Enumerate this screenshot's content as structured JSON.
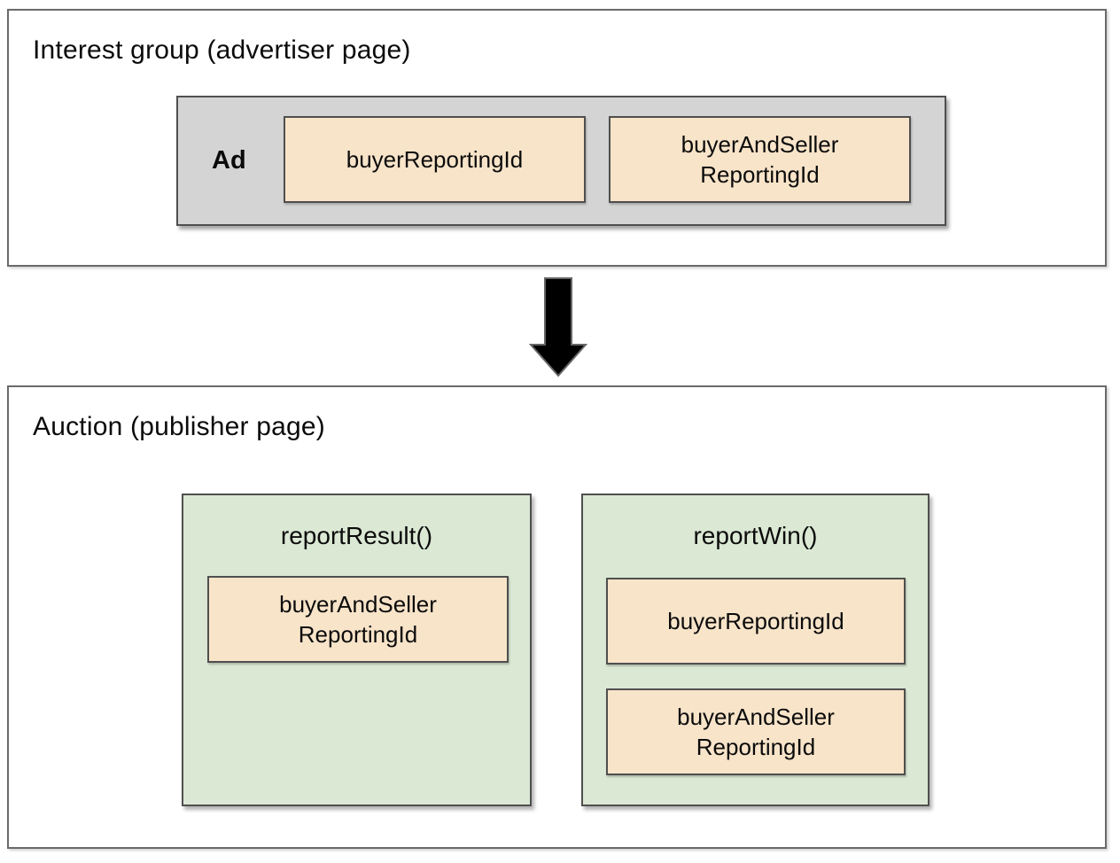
{
  "interest_group": {
    "title": "Interest group (advertiser page)",
    "ad": {
      "label": "Ad",
      "fields": [
        {
          "label": "buyerReportingId"
        },
        {
          "label": "buyerAndSeller\nReportingId"
        }
      ]
    }
  },
  "arrow": {
    "icon": "down-arrow-icon",
    "fill": "#000000",
    "stroke": "#666666"
  },
  "auction": {
    "title": "Auction (publisher page)",
    "report_result": {
      "title": "reportResult()",
      "fields": [
        {
          "label": "buyerAndSeller\nReportingId"
        }
      ]
    },
    "report_win": {
      "title": "reportWin()",
      "fields": [
        {
          "label": "buyerReportingId"
        },
        {
          "label": "buyerAndSeller\nReportingId"
        }
      ]
    }
  },
  "colors": {
    "ad_box_fill": "#d4d4d4",
    "field_fill": "#f8e4c9",
    "function_box_fill": "#dbe8d4",
    "inner_border": "#4f4f4f",
    "outer_border": "#6a6a6a",
    "text": "#0b0b0b",
    "arrow_fill": "#000000"
  }
}
